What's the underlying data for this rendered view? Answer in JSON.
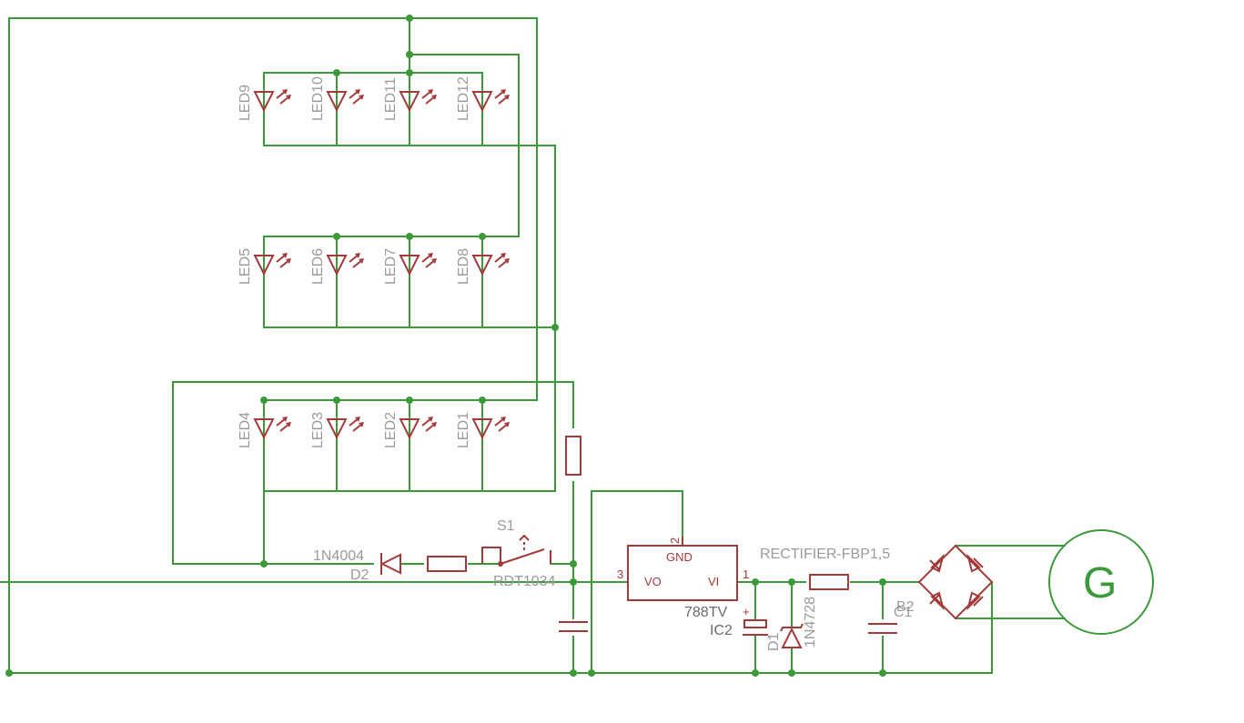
{
  "leds": {
    "row1": [
      "LED9",
      "LED10",
      "LED11",
      "LED12"
    ],
    "row2": [
      "LED5",
      "LED6",
      "LED7",
      "LED8"
    ],
    "row3": [
      "LED4",
      "LED3",
      "LED2",
      "LED1"
    ]
  },
  "switch": {
    "name": "S1",
    "value": "RDT1034"
  },
  "diode2": {
    "value": "1N4004",
    "name": "D2"
  },
  "regulator": {
    "value": "788TV",
    "name": "IC2",
    "pin_gnd": "GND",
    "pin_vo": "VO",
    "pin_vi": "VI",
    "pin_num_gnd": "2",
    "pin_num_vo": "3",
    "pin_num_vi": "1"
  },
  "zener": {
    "name": "D1",
    "value": "1N4728"
  },
  "rectifier": {
    "value": "RECTIFIER-FBP1,5",
    "name": "B2"
  },
  "cap1": {
    "name": "C1"
  },
  "cap_polarity": "+",
  "generator": {
    "letter": "G"
  },
  "colors": {
    "wire": "#3a9a3a",
    "component": "#a33a3a",
    "label": "#9a9a9a"
  }
}
